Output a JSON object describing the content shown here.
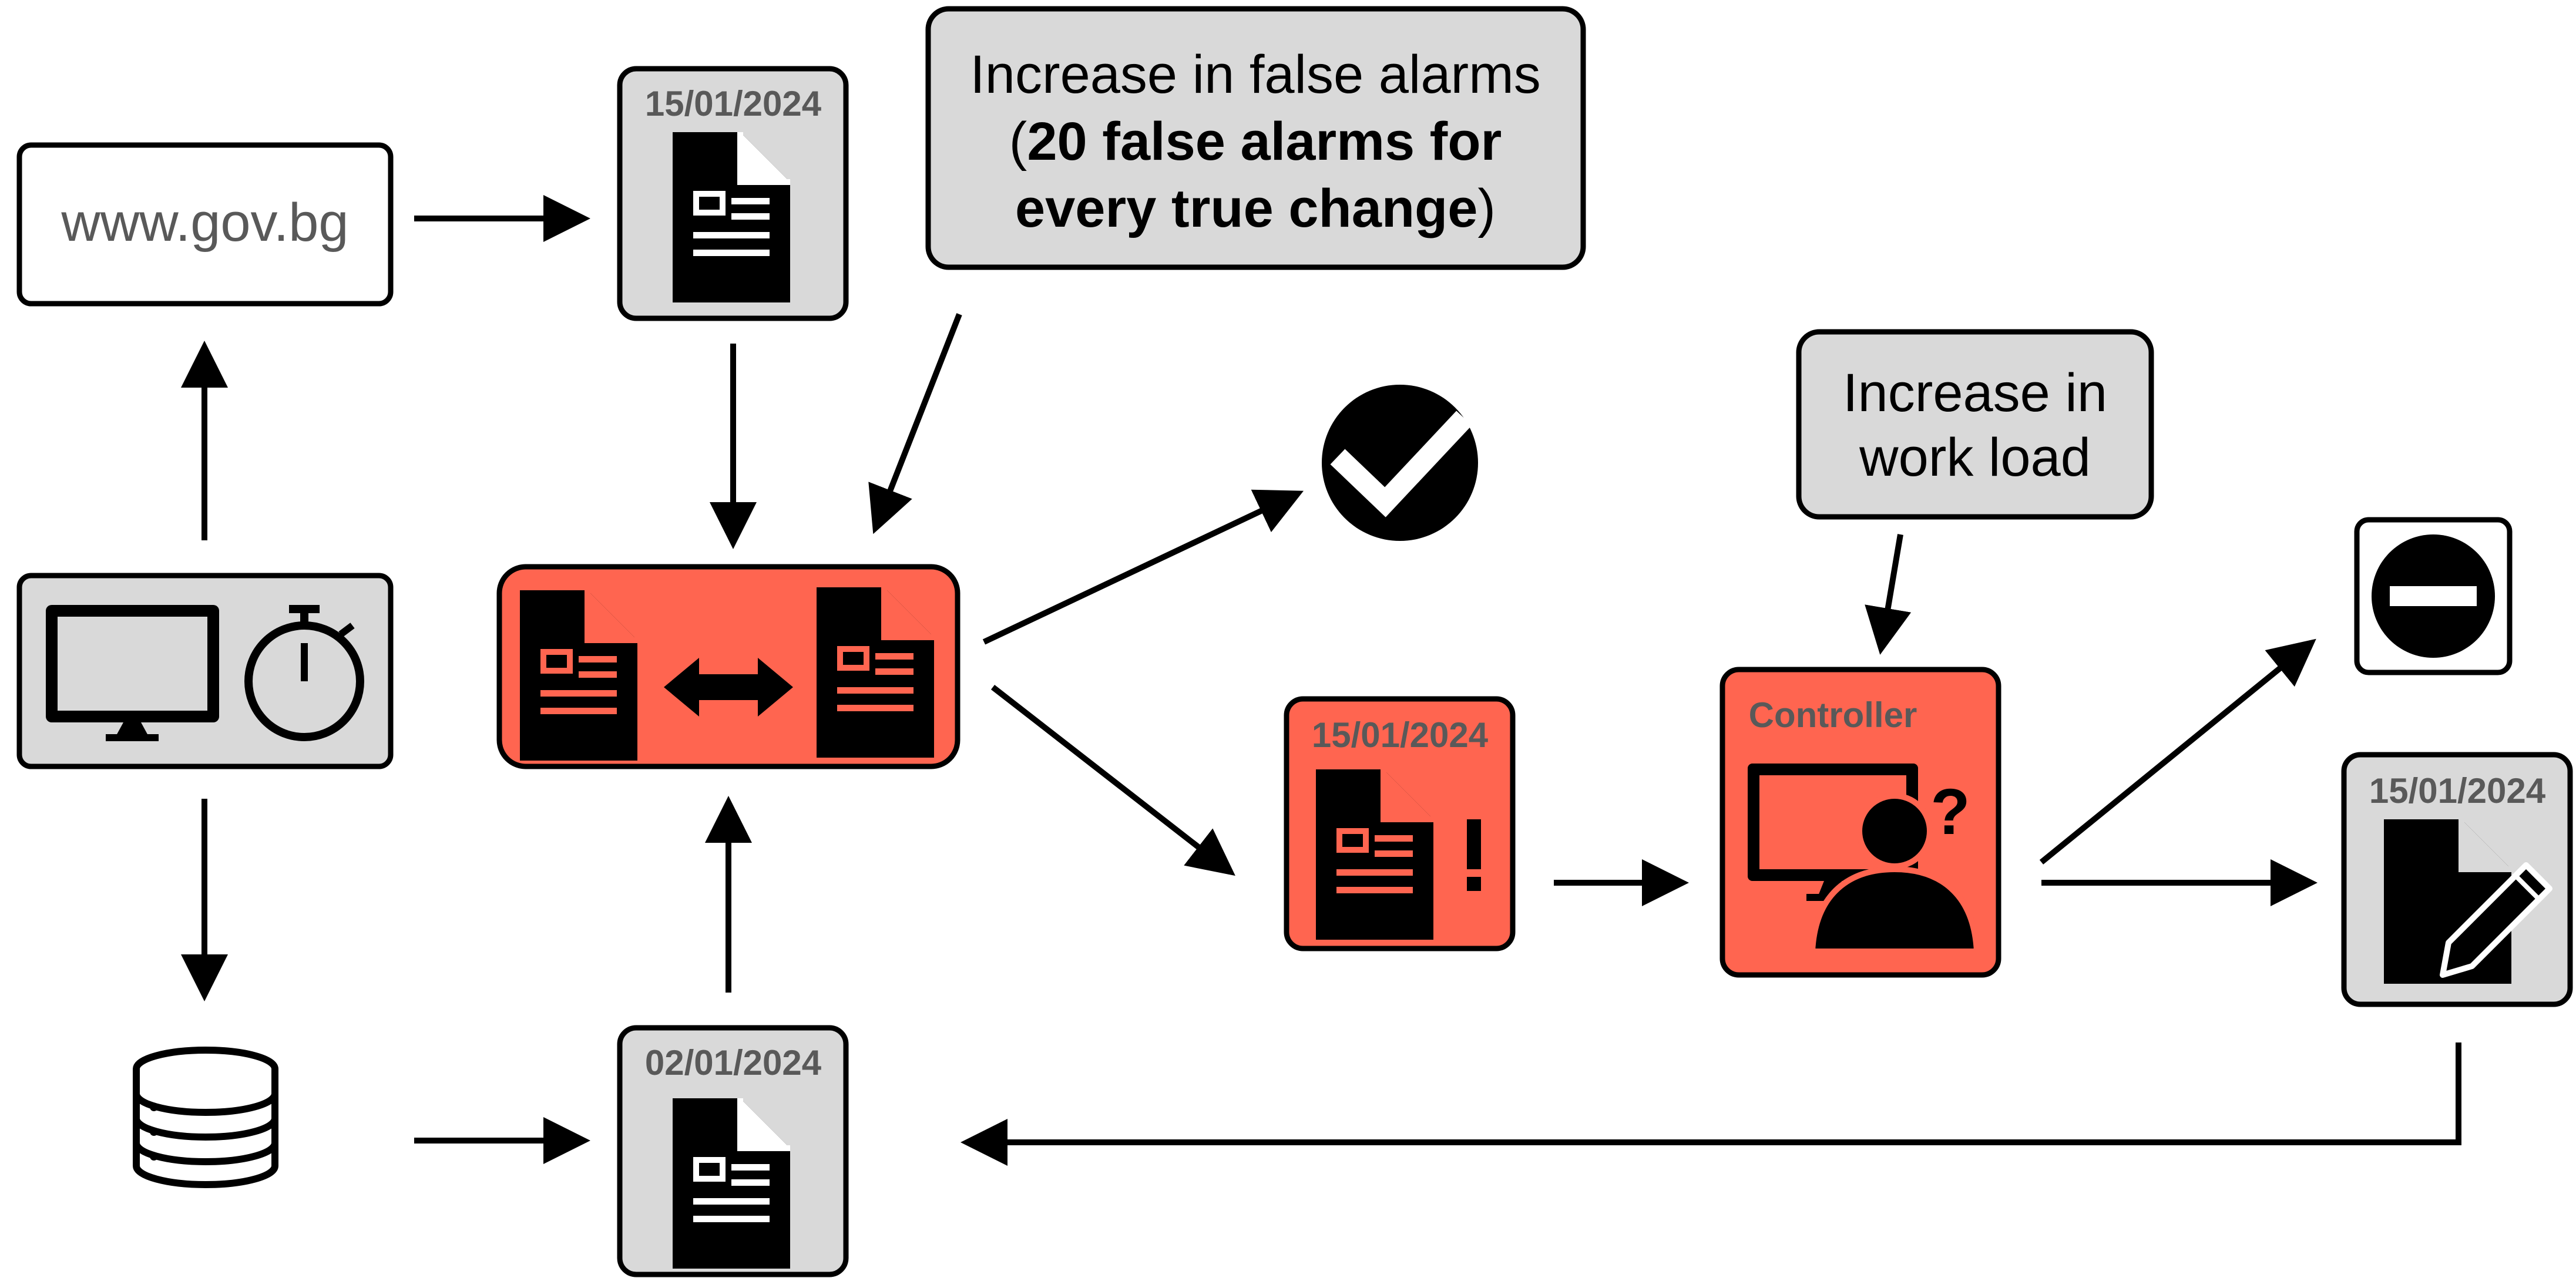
{
  "website": {
    "url": "www.gov.bg"
  },
  "documents": {
    "fetched_date": "15/01/2024",
    "stored_date": "02/01/2024",
    "flagged_date": "15/01/2024",
    "edited_date": "15/01/2024"
  },
  "callouts": {
    "false_alarms": {
      "line1": "Increase in false alarms",
      "line2_open": "(",
      "line2_bold": "20 false alarms for",
      "line3_bold": "every true change",
      "line3_close": ")"
    },
    "work_load": {
      "line1": "Increase in",
      "line2": "work load"
    }
  },
  "controller": {
    "label": "Controller"
  },
  "colors": {
    "alert": "#ff6550",
    "box": "#d9d9d9",
    "date_text": "#595959"
  },
  "icons": [
    "monitor-icon",
    "stopwatch-icon",
    "database-icon",
    "document-icon",
    "compare-arrows-icon",
    "checkmark-icon",
    "exclamation-icon",
    "person-question-icon",
    "no-entry-icon",
    "pencil-icon"
  ]
}
